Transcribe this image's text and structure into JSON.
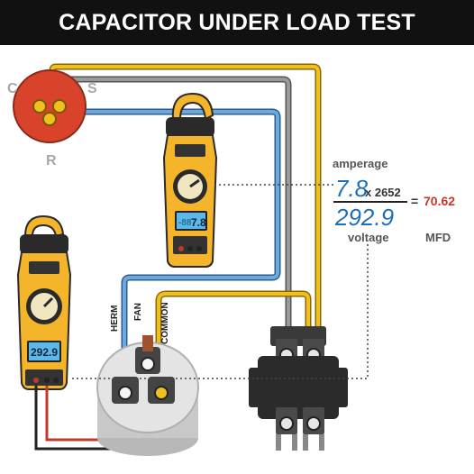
{
  "title": "CAPACITOR UNDER LOAD TEST",
  "compressor": {
    "terminal_c": "C",
    "terminal_s": "S",
    "terminal_r": "R",
    "color": "#d9432b"
  },
  "capacitor": {
    "label_herm": "HERM",
    "label_fan": "FAN",
    "label_common": "COMMON"
  },
  "meters": {
    "amp_meter": {
      "display": "7.8",
      "display_dim": "-88"
    },
    "volt_meter": {
      "display": "292.9"
    }
  },
  "formula": {
    "amperage_label": "amperage",
    "amperage_value": "7.8",
    "multiplier": "x 2652",
    "voltage_value": "292.9",
    "voltage_label": "voltage",
    "equals": "=",
    "result": "70.62",
    "unit": "MFD",
    "value_color": "#1d6fb8",
    "result_color": "#c0392b"
  },
  "colors": {
    "meter_body": "#f5b52a",
    "wire_blue": "#6fa9dc",
    "wire_yellow": "#f0c020",
    "wire_gray": "#8a8a8a",
    "wire_black": "#222222",
    "wire_red": "#c0392b",
    "lcd": "#5bb8e8"
  }
}
